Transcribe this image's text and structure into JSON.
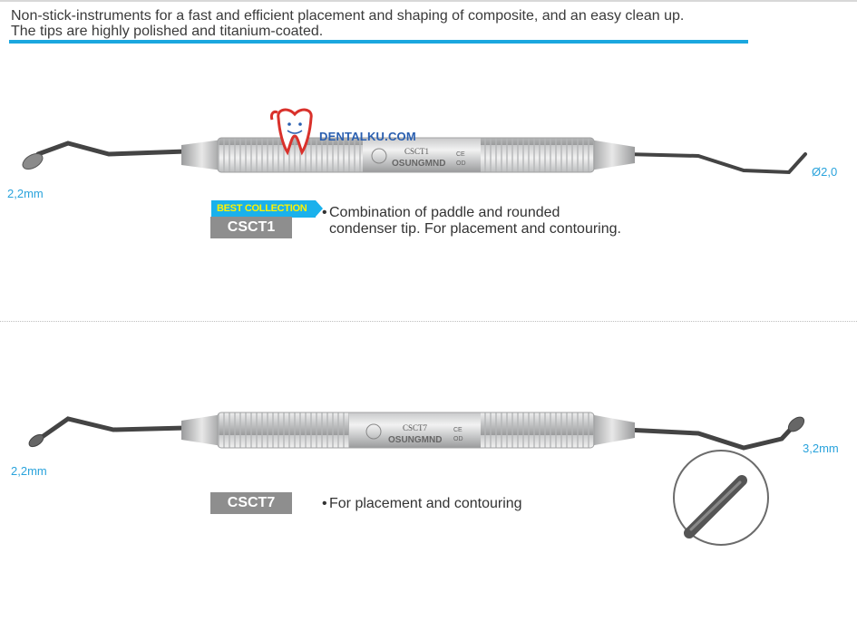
{
  "intro": {
    "line1": "Non-stick-instruments for a fast and efficient placement and shaping of composite, and an easy clean up.",
    "line2": "The tips are highly polished and titanium-coated."
  },
  "watermark": {
    "text": "DENTALKU.COM"
  },
  "products": [
    {
      "code": "CSCT1",
      "badge": "BEST COLLECTION",
      "description_line1": "Combination of paddle and rounded",
      "description_line2": "condenser tip. For placement and contouring.",
      "dim_left": "2,2mm",
      "dim_right": "Ø2,0",
      "handle_label": "CSCT1",
      "brand": "OSUNGMND",
      "mark": "CE",
      "mark2": "OD"
    },
    {
      "code": "CSCT7",
      "description_line1": "For placement and contouring",
      "dim_left": "2,2mm",
      "dim_right": "3,2mm",
      "handle_label": "CSCT7",
      "brand": "OSUNGMND",
      "mark": "CE",
      "mark2": "OD"
    }
  ],
  "colors": {
    "accent": "#1ba7df",
    "dim": "#2aa3dc",
    "code_box": "#8e8e8e",
    "badge": "#1ab1ec"
  }
}
